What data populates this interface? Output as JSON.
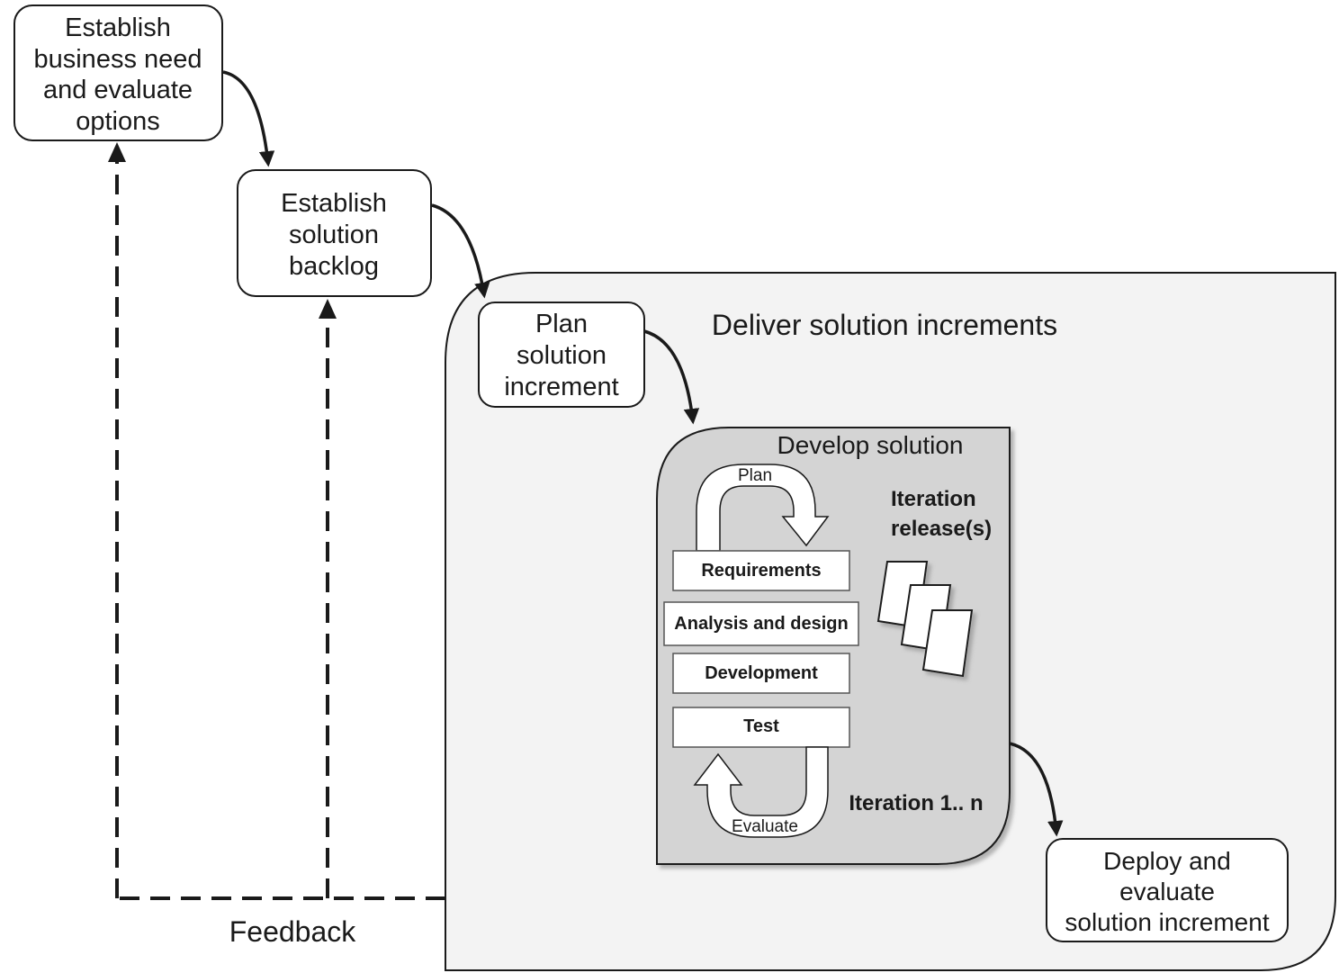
{
  "nodes": {
    "business_need": [
      "Establish",
      "business need",
      "and evaluate",
      "options"
    ],
    "solution_backlog": [
      "Establish",
      "solution",
      "backlog"
    ],
    "plan_increment": [
      "Plan",
      "solution",
      "increment"
    ],
    "deploy": [
      "Deploy and",
      "evaluate",
      "solution increment"
    ]
  },
  "deliver_title": "Deliver solution increments",
  "develop": {
    "title": "Develop solution",
    "plan_label": "Plan",
    "evaluate_label": "Evaluate",
    "stages": [
      "Requirements",
      "Analysis and design",
      "Development",
      "Test"
    ],
    "iteration_release": [
      "Iteration",
      "release(s)"
    ],
    "iteration_label": "Iteration 1.. n"
  },
  "feedback_label": "Feedback",
  "colors": {
    "outer_container": "#f3f3f3",
    "develop_box": "#d4d4d4",
    "stroke": "#1a1a1a"
  }
}
